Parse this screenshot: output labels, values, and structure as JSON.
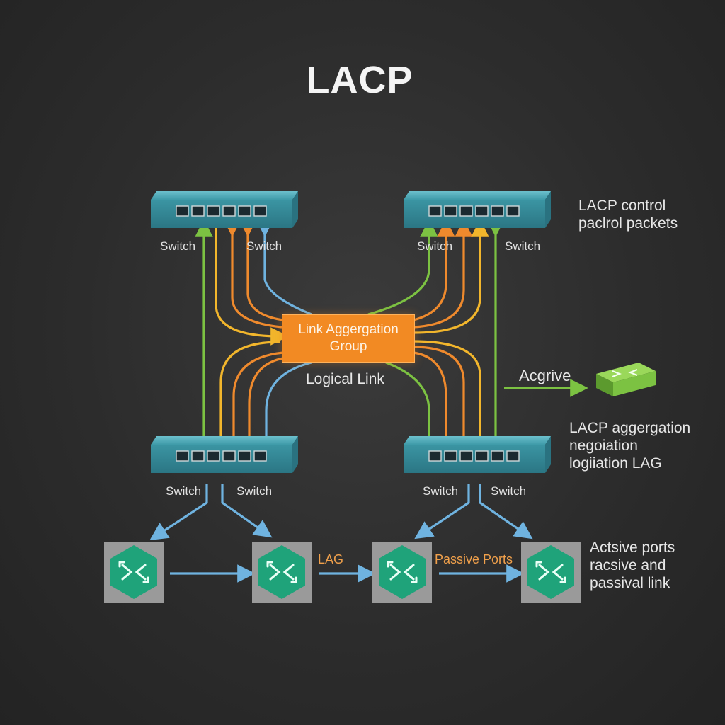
{
  "title": "LACP",
  "switches": {
    "top_left": [
      "Switch",
      "Switch"
    ],
    "top_right": [
      "Switch",
      "Switch"
    ],
    "bottom_left": [
      "Switch",
      "Switch"
    ],
    "bottom_right": [
      "Switch",
      "Switch"
    ]
  },
  "lag_box": "Link Aggergation\nGroup",
  "logical_link": "Logical Link",
  "agrive": "Acgrive",
  "notes": {
    "control": "LACP control\npaclrol packets",
    "negotiation": "LACP aggergation\nnegoiation\nlogiiation LAG",
    "ports": "Actsive ports\nracsive and\npassival link"
  },
  "bottom_labels": {
    "lag": "LAG",
    "passive": "Passive Ports"
  },
  "colors": {
    "background": "#2b2b2b",
    "switch": "#3e9aa8",
    "lag_box": "#f28a23",
    "green_link": "#7cc242",
    "yellow_link": "#f2b62c",
    "orange_link": "#ef8a2d",
    "blue_link": "#6fb3e0",
    "node_icon": "#1fa37a",
    "green_device": "#7cc242"
  },
  "icons": [
    "switch-ports-icon",
    "network-node-icon",
    "green-switch-icon"
  ]
}
